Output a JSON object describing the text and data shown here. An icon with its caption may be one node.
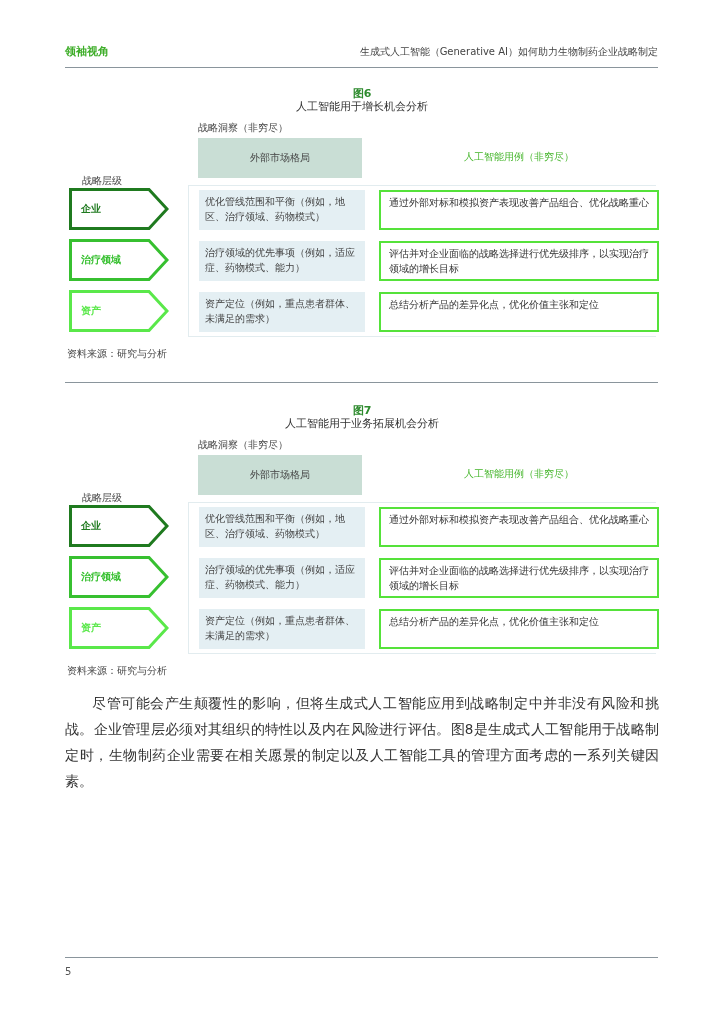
{
  "diagram": {
    "nodes": [
      {
        "text": [
          "外部市场格局"
        ]
      },
      {
        "text": [
          "企业"
        ]
      },
      {
        "text": [
          "优化管线范围和平衡（例如，地区、治疗领域、药物模式）"
        ]
      },
      {
        "text": [
          "通过外部对标和模拟资产表现改善产品组合、优化战略重心"
        ]
      },
      {
        "text": [
          "治疗领域"
        ]
      },
      {
        "text": [
          "治疗领域的优先事项（例如，适应症、药物模式、能力）"
        ]
      },
      {
        "text": [
          "评估并对企业面临的战略选择进行优先级排序，以实现治疗领域的增长目标"
        ]
      },
      {
        "text": [
          "资产"
        ]
      },
      {
        "text": [
          "资产定位（例如，重点患者群体、未满足的需求）"
        ]
      },
      {
        "text": [
          "总结分析产品的差异化点，优化价值主张和定位"
        ]
      },
      {
        "text": [
          "外部市场格局"
        ]
      },
      {
        "text": [
          "企业"
        ]
      },
      {
        "text": [
          "优化管线范围和平衡（例如，地区、治疗领域、药物模式）"
        ]
      },
      {
        "text": [
          "通过外部对标和模拟资产表现改善产品组合、优化战略重心"
        ]
      },
      {
        "text": [
          "治疗领域"
        ]
      },
      {
        "text": [
          "治疗领域的优先事项（例如，适应症、药物模式、能力）"
        ]
      },
      {
        "text": [
          "评估并对企业面临的战略选择进行优先级排序，以实现治疗领域的增长目标"
        ]
      },
      {
        "text": [
          "资产"
        ]
      },
      {
        "text": [
          "资产定位（例如，重点患者群体、未满足的需求）"
        ]
      },
      {
        "text": [
          "总结分析产品的差异化点，优化价值主张和定位"
        ]
      }
    ],
    "edges": [],
    "labels": [
      "领袖视角",
      "生成式人工智能（Generative AI）如何助力生物制药企业战略制定",
      "图6",
      "人工智能用于增长机会分析",
      "战略洞察（非穷尽）",
      "人工智能用例（非穷尽）",
      "战略层级",
      "资料来源：研究与分析",
      "图7",
      "人工智能用于业务拓展机会分析",
      "战略洞察（非穷尽）",
      "人工智能用例（非穷尽）",
      "战略层级",
      "资料来源：研究与分析",
      "尽管可能会产生颠覆性的影响，但将生成式人工智能应用到战略制定中并非没有风险和挑战。企业管理层必须对其组织的特性以及内在风险进行评估。图8是生成式人工智能用于战略制定时，生物制药企业需要在相关愿景的制定以及人工智能工具的管理方面考虑的一系列关键因素。",
      "5"
    ]
  }
}
